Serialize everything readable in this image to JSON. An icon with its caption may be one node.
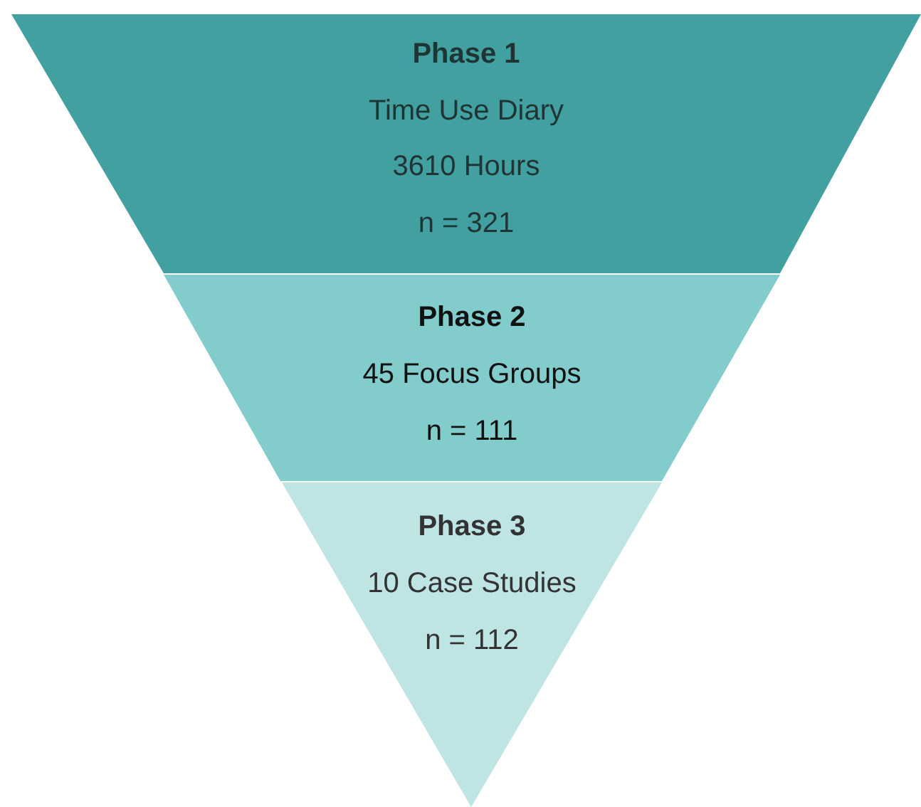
{
  "diagram": {
    "nodes": [
      {
        "text": [
          "Phase 1",
          "Time Use Diary",
          "3610 Hours",
          "n = 321"
        ]
      },
      {
        "text": [
          "Phase 2",
          "45 Focus Groups",
          "n = 111"
        ]
      },
      {
        "text": [
          "Phase 3",
          "10 Case Studies",
          "n = 112"
        ]
      }
    ]
  }
}
